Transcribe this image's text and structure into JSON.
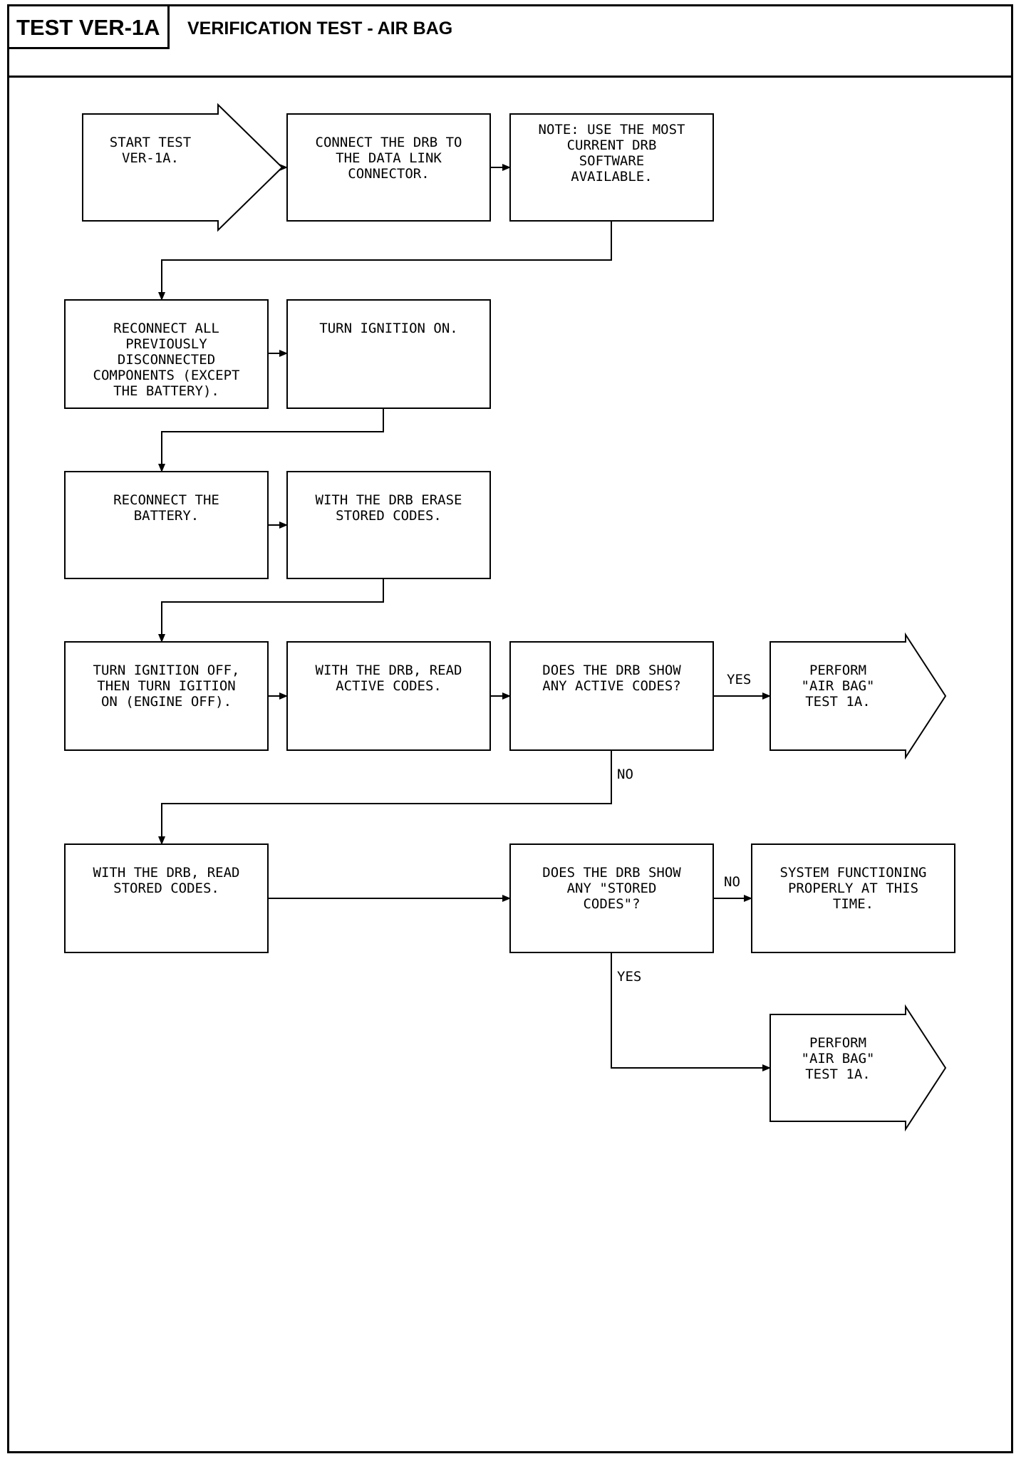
{
  "header": {
    "test_id": "TEST VER-1A",
    "title": "VERIFICATION TEST - AIR BAG"
  },
  "nodes": [
    {
      "id": "start",
      "shape": "arrow",
      "lines": [
        "START TEST",
        "VER-1A."
      ]
    },
    {
      "id": "connect-drb",
      "shape": "box",
      "lines": [
        "CONNECT THE DRB TO",
        "THE DATA LINK",
        "CONNECTOR."
      ]
    },
    {
      "id": "note-software",
      "shape": "box",
      "lines": [
        "NOTE: USE THE MOST",
        "CURRENT DRB",
        "SOFTWARE",
        "AVAILABLE."
      ]
    },
    {
      "id": "reconnect-components",
      "shape": "box",
      "lines": [
        "RECONNECT ALL",
        "PREVIOUSLY",
        "DISCONNECTED",
        "COMPONENTS (EXCEPT",
        "THE BATTERY)."
      ]
    },
    {
      "id": "ignition-on",
      "shape": "box",
      "lines": [
        "TURN IGNITION ON."
      ]
    },
    {
      "id": "reconnect-battery",
      "shape": "box",
      "lines": [
        "RECONNECT THE",
        "BATTERY."
      ]
    },
    {
      "id": "erase-codes",
      "shape": "box",
      "lines": [
        "WITH THE DRB ERASE",
        "STORED CODES."
      ]
    },
    {
      "id": "ignition-cycle",
      "shape": "box",
      "lines": [
        "TURN IGNITION OFF,",
        "THEN TURN IGITION",
        "ON (ENGINE OFF)."
      ]
    },
    {
      "id": "read-active",
      "shape": "box",
      "lines": [
        "WITH THE DRB, READ",
        "ACTIVE CODES."
      ]
    },
    {
      "id": "q-active",
      "shape": "box",
      "lines": [
        "DOES THE DRB SHOW",
        "ANY ACTIVE CODES?"
      ]
    },
    {
      "id": "perform-1",
      "shape": "arrow",
      "lines": [
        "PERFORM",
        "\"AIR BAG\"",
        "TEST 1A."
      ]
    },
    {
      "id": "read-stored",
      "shape": "box",
      "lines": [
        "WITH THE DRB, READ",
        "STORED CODES."
      ]
    },
    {
      "id": "q-stored",
      "shape": "box",
      "lines": [
        "DOES THE DRB SHOW",
        "ANY \"STORED",
        "CODES\"?"
      ]
    },
    {
      "id": "system-ok",
      "shape": "box",
      "lines": [
        "SYSTEM FUNCTIONING",
        "PROPERLY AT THIS",
        "TIME."
      ]
    },
    {
      "id": "perform-2",
      "shape": "arrow",
      "lines": [
        "PERFORM",
        "\"AIR BAG\"",
        "TEST 1A."
      ]
    }
  ],
  "edges": [
    {
      "from": "start",
      "to": "connect-drb",
      "label": ""
    },
    {
      "from": "connect-drb",
      "to": "note-software",
      "label": ""
    },
    {
      "from": "note-software",
      "to": "reconnect-components",
      "label": ""
    },
    {
      "from": "reconnect-components",
      "to": "ignition-on",
      "label": ""
    },
    {
      "from": "ignition-on",
      "to": "reconnect-battery",
      "label": ""
    },
    {
      "from": "reconnect-battery",
      "to": "erase-codes",
      "label": ""
    },
    {
      "from": "erase-codes",
      "to": "ignition-cycle",
      "label": ""
    },
    {
      "from": "ignition-cycle",
      "to": "read-active",
      "label": ""
    },
    {
      "from": "read-active",
      "to": "q-active",
      "label": ""
    },
    {
      "from": "q-active",
      "to": "perform-1",
      "label": "YES"
    },
    {
      "from": "q-active",
      "to": "read-stored",
      "label": "NO"
    },
    {
      "from": "read-stored",
      "to": "q-stored",
      "label": ""
    },
    {
      "from": "q-stored",
      "to": "system-ok",
      "label": "NO"
    },
    {
      "from": "q-stored",
      "to": "perform-2",
      "label": "YES"
    }
  ]
}
